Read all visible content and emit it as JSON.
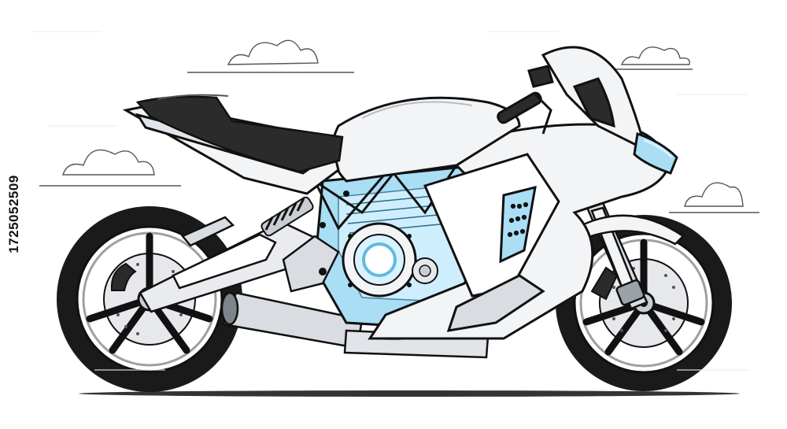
{
  "image": {
    "stock_id": "1725052509"
  },
  "colors": {
    "outline": "#111111",
    "body": "#f3f4f6",
    "body_shade": "#d9dde2",
    "seat": "#2b2b2b",
    "tire": "#1a1a1a",
    "engine_glow": "#a9def5",
    "engine_glow_bright": "#d8f3ff",
    "metal": "#c9ced4",
    "cloud_line": "#555555"
  },
  "icons": {
    "subject": "sport-motorcycle-illustration",
    "background": "cloud-doodles"
  }
}
